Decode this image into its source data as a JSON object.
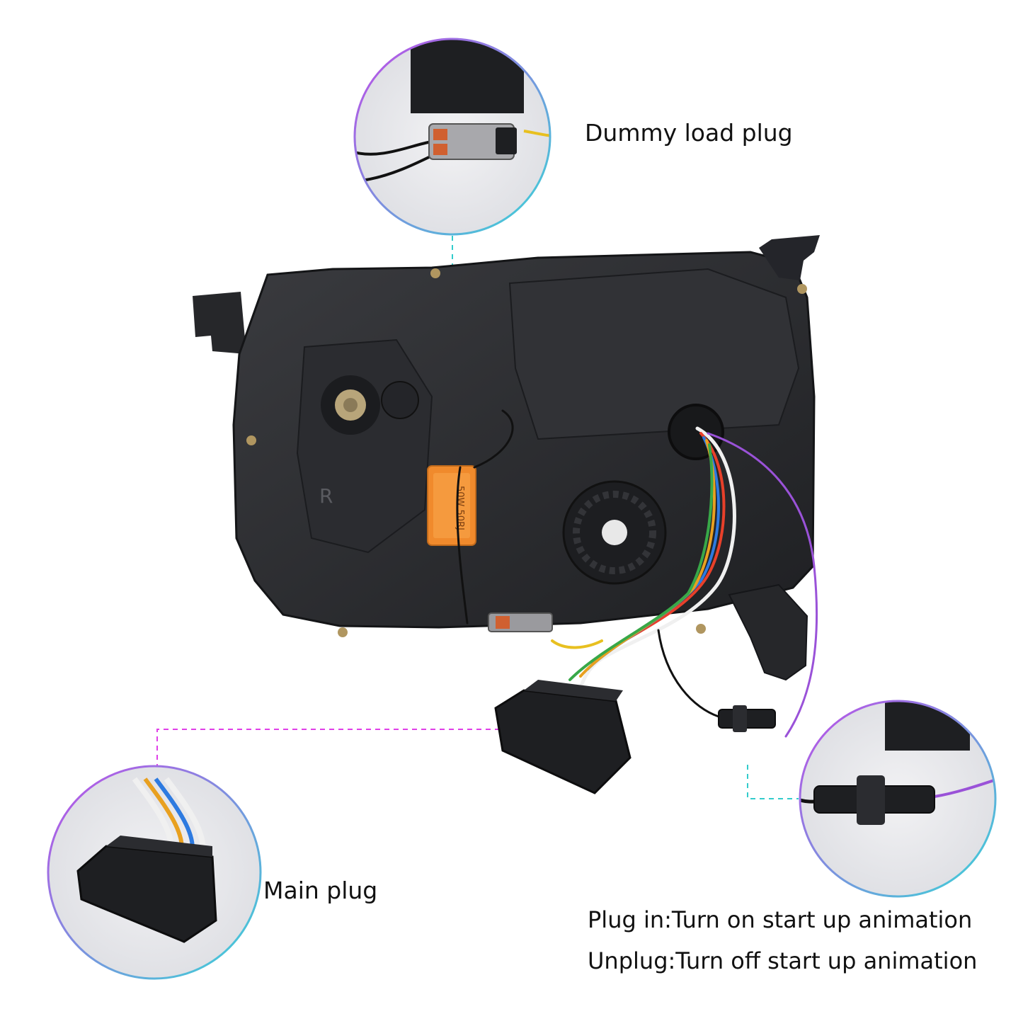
{
  "callouts": {
    "dummy_load": "Dummy load plug",
    "main_plug": "Main plug",
    "plug_in": "Plug in:Turn on start up animation",
    "unplug": "Unplug:Turn off start up animation"
  },
  "resistor": {
    "marking": "50W 50RJ"
  },
  "housing": {
    "side_mark": "R"
  },
  "colors": {
    "magenta_leader": "#e040e8",
    "cyan_leader": "#33cccc",
    "ring_start": "#c04ce8",
    "ring_end": "#38d6d6",
    "housing": "#2c2d30",
    "resistor": "#f08a2c"
  },
  "icons": [
    "headlight-assembly",
    "wire-harness",
    "zoom-circle"
  ]
}
